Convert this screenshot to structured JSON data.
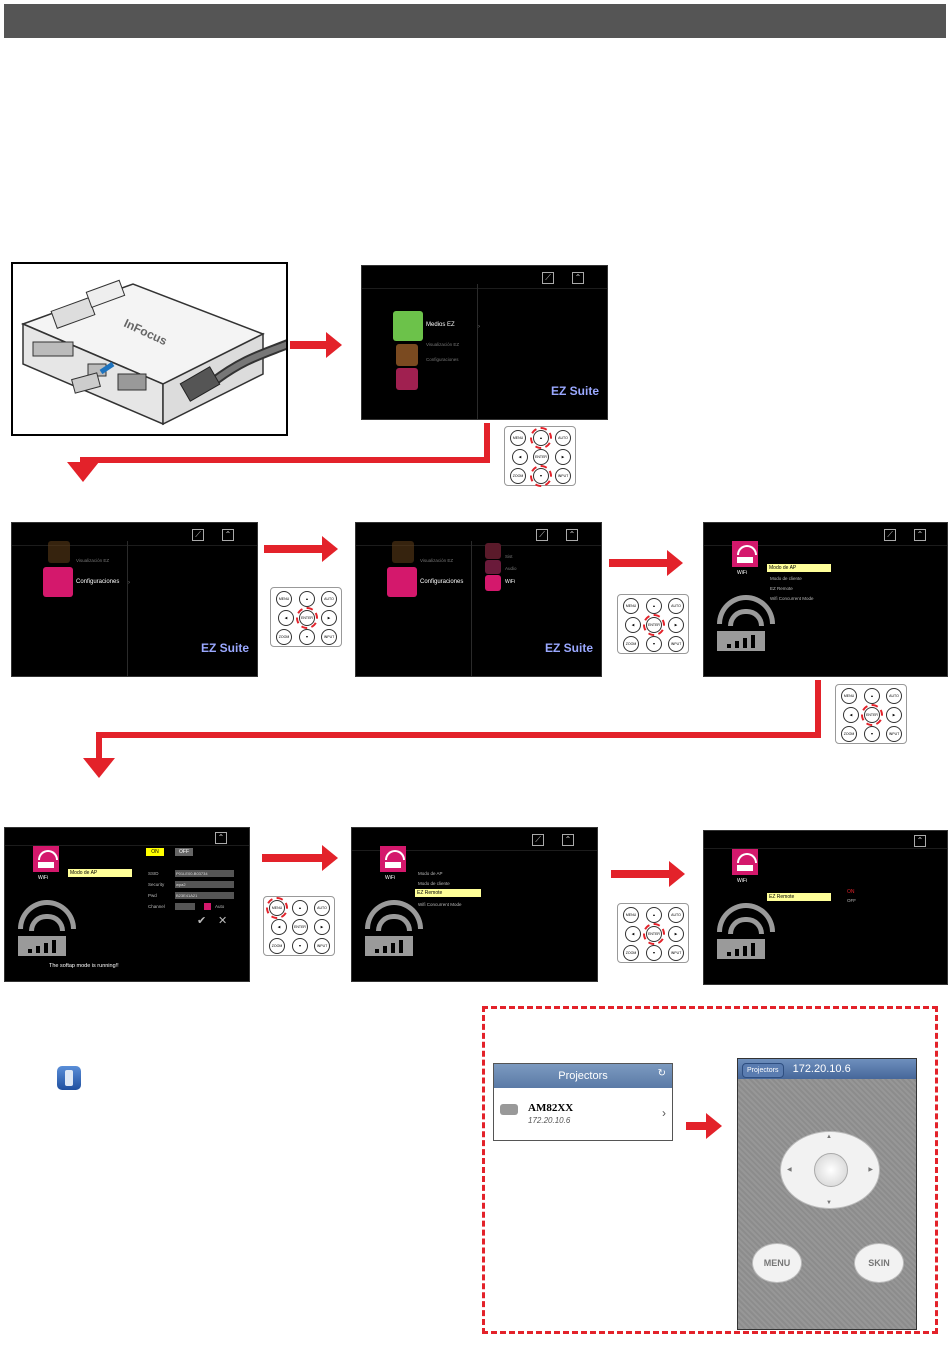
{
  "screen1": {
    "menu_items": [
      "Medios EZ",
      "Visualización EZ",
      "Configuraciones"
    ],
    "brand": "EZ Suite"
  },
  "screen2": {
    "menu_items": [
      "Visualización EZ",
      "Configuraciones"
    ],
    "brand": "EZ Suite"
  },
  "screen3": {
    "menu_items": [
      "Visualización EZ",
      "Configuraciones"
    ],
    "sub_items": [
      "Sist",
      "Audio",
      "WiFi"
    ],
    "brand": "EZ Suite"
  },
  "wifi_screen1": {
    "label": "WiFi",
    "selected": "Modo de AP",
    "items": [
      "Modo de cliente",
      "EZ Remote",
      "Wifi Concurrent Mode"
    ]
  },
  "wifi_screen2": {
    "label": "WiFi",
    "selected": "Modo de AP",
    "toggle_on": "ON",
    "toggle_off": "OFF",
    "fields": [
      {
        "label": "SSID",
        "value": "P01LE00-B03734"
      },
      {
        "label": "Security",
        "value": "wpa2"
      },
      {
        "label": "Pwd",
        "value": "B23E41A21"
      },
      {
        "label": "Channel",
        "value": ""
      }
    ],
    "auto_label": "Auto",
    "status": "The softap mode is running!!"
  },
  "wifi_screen3": {
    "label": "WiFi",
    "items": [
      "Modo de AP",
      "Modo de cliente"
    ],
    "selected": "EZ Remote",
    "items_after": [
      "Wifi Concurrent Mode"
    ]
  },
  "wifi_screen4": {
    "label": "WiFi",
    "selected": "EZ Remote",
    "options": [
      "ON",
      "OFF"
    ]
  },
  "remote_keys": [
    "MENU",
    "AUTO",
    "ENTER",
    "ZOOM",
    "INPUT"
  ],
  "phone_list": {
    "title": "Projectors",
    "device_name": "AM82XX",
    "device_ip": "172.20.10.6"
  },
  "phone_remote": {
    "back_label": "Projectors",
    "ip": "172.20.10.6",
    "menu_label": "MENU",
    "skin_label": "SKIN"
  },
  "colors": {
    "accent_red": "#e3222a",
    "wifi_magenta": "#d4186c",
    "highlight_yellow": "#ffff99"
  }
}
